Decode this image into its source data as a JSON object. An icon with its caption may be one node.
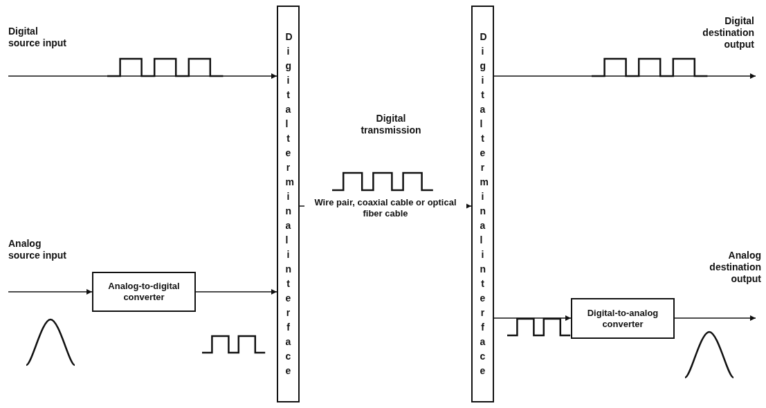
{
  "diagram": {
    "nodes": [
      {
        "text": [
          "Digital terminal interface"
        ]
      },
      {
        "text": [
          "Digital terminal interface"
        ]
      },
      {
        "text": [
          "Analog-to-digital converter"
        ]
      },
      {
        "text": [
          "Digital-to-analog converter"
        ]
      }
    ],
    "edges": [
      {
        "from": null,
        "to": 0,
        "arrow": "to"
      },
      {
        "from": 0,
        "to": 1,
        "arrow": "to",
        "label": "Wire pair, coaxial cable or optical fiber cable"
      },
      {
        "from": 1,
        "to": null,
        "arrow": "to"
      },
      {
        "from": null,
        "to": 2,
        "arrow": "to"
      },
      {
        "from": 2,
        "to": 0,
        "arrow": "to"
      },
      {
        "from": 1,
        "to": 3,
        "arrow": "to"
      },
      {
        "from": 3,
        "to": null,
        "arrow": "to"
      }
    ],
    "labels": [
      "Digital source input",
      "Digital destination output",
      "Digital transmission",
      "Analog source input",
      "Analog destination output"
    ]
  }
}
